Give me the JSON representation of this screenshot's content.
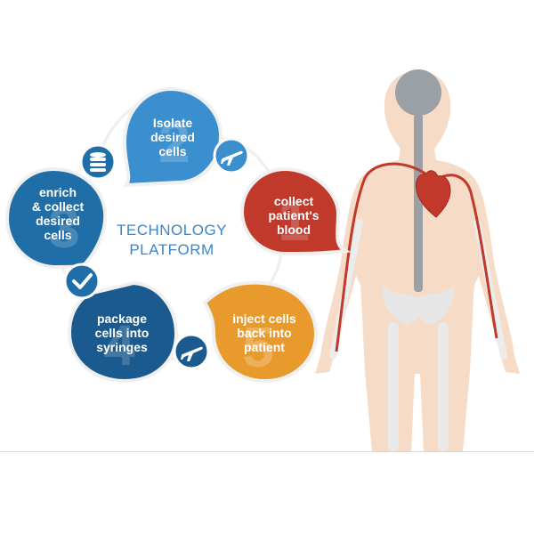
{
  "center": {
    "line1": "TECHNOLOGY",
    "line2": "PLATFORM"
  },
  "steps": [
    {
      "number": "1",
      "lines": [
        "collect",
        "patient's",
        "blood"
      ],
      "color": "#c0392b"
    },
    {
      "number": "2",
      "lines": [
        "Isolate",
        "desired",
        "cells"
      ],
      "color": "#3b8fcf"
    },
    {
      "number": "3",
      "lines": [
        "enrich",
        "& collect",
        "desired",
        "cells"
      ],
      "color": "#1f6ea8"
    },
    {
      "number": "4",
      "lines": [
        "package",
        "cells into",
        "syringes"
      ],
      "color": "#1a5a8e"
    },
    {
      "number": "5",
      "lines": [
        "inject cells",
        "back into",
        "patient"
      ],
      "color": "#e99a2c"
    }
  ],
  "connectors": [
    {
      "icon": "airplane-icon",
      "color": "#3b8fcf"
    },
    {
      "icon": "database-icon",
      "color": "#1f6ea8"
    },
    {
      "icon": "checkmark-icon",
      "color": "#1f6ea8"
    },
    {
      "icon": "airplane-icon",
      "color": "#1a5a8e"
    }
  ],
  "colors": {
    "skin": "#f6dcc7",
    "brain": "#9aa0a6",
    "spine": "#9aa0a6",
    "vessel": "#c0392b",
    "heart": "#c0392b",
    "bone": "#e6e6e6"
  }
}
